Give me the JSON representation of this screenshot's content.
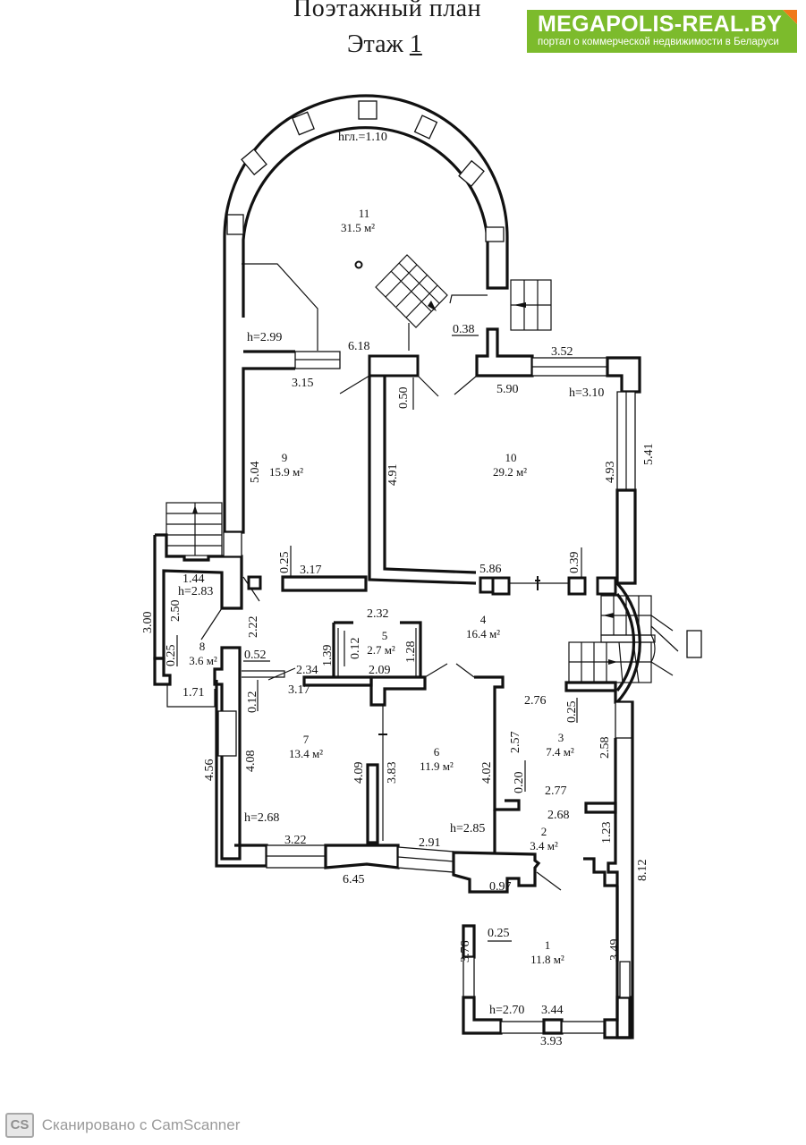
{
  "header": {
    "title_line1": "Поэтажный план",
    "title_line2_prefix": "Этаж ",
    "floor_number": "1"
  },
  "logo": {
    "name": "MEGAPOLIS-REAL.BY",
    "tagline": "портал о коммерческой недвижимости в Беларуси",
    "brand_color": "#7cbb2c",
    "accent_color": "#f07a1a"
  },
  "footer": {
    "scanner_badge": "CS",
    "scanner_text": "Сканировано с CamScanner"
  },
  "rooms": [
    {
      "number": "1",
      "area": "11.8",
      "unit": "м²",
      "height": "h=2.70"
    },
    {
      "number": "2",
      "area": "3.4",
      "unit": "м²"
    },
    {
      "number": "3",
      "area": "7.4",
      "unit": "м²"
    },
    {
      "number": "4",
      "area": "16.4",
      "unit": "м²"
    },
    {
      "number": "5",
      "area": "2.7",
      "unit": "м²"
    },
    {
      "number": "6",
      "area": "11.9",
      "unit": "м²",
      "height": "h=2.85"
    },
    {
      "number": "7",
      "area": "13.4",
      "unit": "м²",
      "height": "h=2.68"
    },
    {
      "number": "8",
      "area": "3.6",
      "unit": "м²",
      "height": "h=2.83"
    },
    {
      "number": "9",
      "area": "15.9",
      "unit": "м²",
      "height": "h=2.99"
    },
    {
      "number": "10",
      "area": "29.2",
      "unit": "м²",
      "height": "h=3.10"
    },
    {
      "number": "11",
      "area": "31.5",
      "unit": "м²",
      "height": "hгл.=1.10"
    }
  ],
  "dimensions": {
    "d_6_18": "6.18",
    "d_3_15": "3.15",
    "d_0_50": "0.50",
    "d_0_38": "0.38",
    "d_3_52": "3.52",
    "d_5_90": "5.90",
    "d_5_04": "5.04",
    "d_4_91": "4.91",
    "d_4_93": "4.93",
    "d_5_41": "5.41",
    "d_0_25_a": "0.25",
    "d_3_17_a": "3.17",
    "d_5_86": "5.86",
    "d_0_39": "0.39",
    "d_1_44": "1.44",
    "d_3_00": "3.00",
    "d_2_50": "2.50",
    "d_2_22": "2.22",
    "d_0_25_b": "0.25",
    "d_0_52": "0.52",
    "d_1_71": "1.71",
    "d_2_32": "2.32",
    "d_1_39": "1.39",
    "d_0_12_a": "0.12",
    "d_1_28": "1.28",
    "d_2_34": "2.34",
    "d_2_09": "2.09",
    "d_3_17_b": "3.17",
    "d_0_12_b": "0.12",
    "d_2_76": "2.76",
    "d_0_25_c": "0.25",
    "d_2_58": "2.58",
    "d_4_56": "4.56",
    "d_4_08": "4.08",
    "d_4_09": "4.09",
    "d_3_83": "3.83",
    "d_4_02": "4.02",
    "d_2_57": "2.57",
    "d_0_20": "0.20",
    "d_2_77": "2.77",
    "d_2_68": "2.68",
    "d_1_23": "1.23",
    "d_8_12": "8.12",
    "d_3_22": "3.22",
    "d_2_91": "2.91",
    "d_6_45": "6.45",
    "d_0_97": "0.97",
    "d_3_76": "3.76",
    "d_0_25_d": "0.25",
    "d_3_49": "3.49",
    "d_3_44": "3.44",
    "d_3_93": "3.93"
  }
}
